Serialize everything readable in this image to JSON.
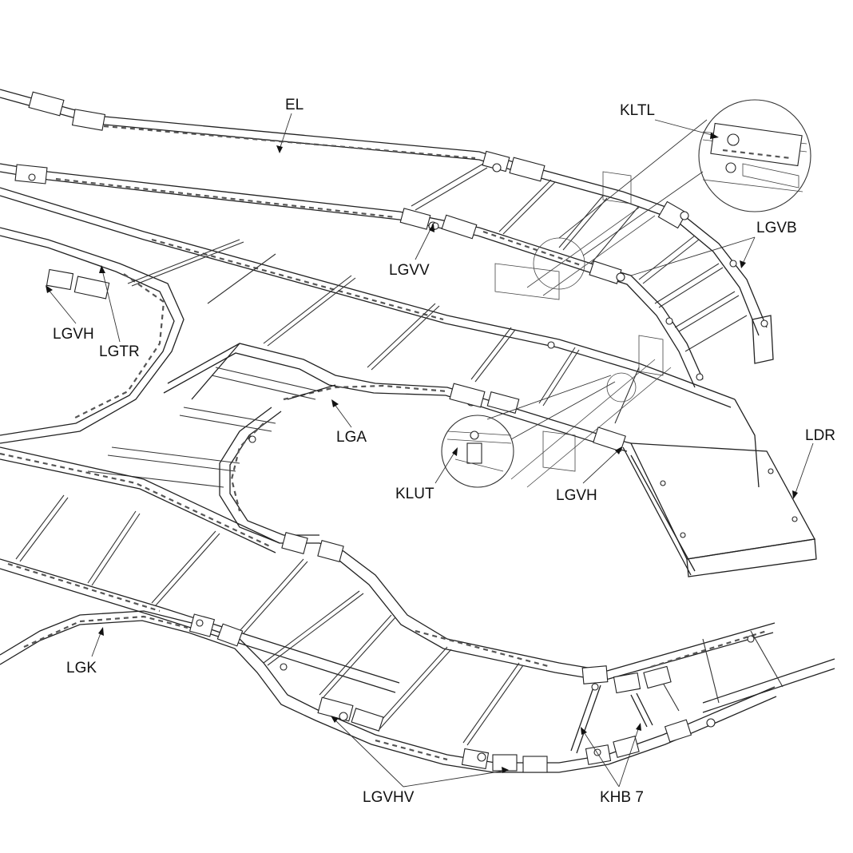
{
  "diagram": {
    "title": "Cable ladder system component overview",
    "labels": {
      "el": "EL",
      "kltl": "KLTL",
      "lgvb": "LGVB",
      "lgvv": "LGVV",
      "lgvh_left": "LGVH",
      "lgtr": "LGTR",
      "lga": "LGA",
      "ldr": "LDR",
      "klut": "KLUT",
      "lgvh_right": "LGVH",
      "lgk": "LGK",
      "lgvhv": "LGVHV",
      "khb7": "KHB 7"
    },
    "line_color": "#222222",
    "background": "#ffffff"
  }
}
